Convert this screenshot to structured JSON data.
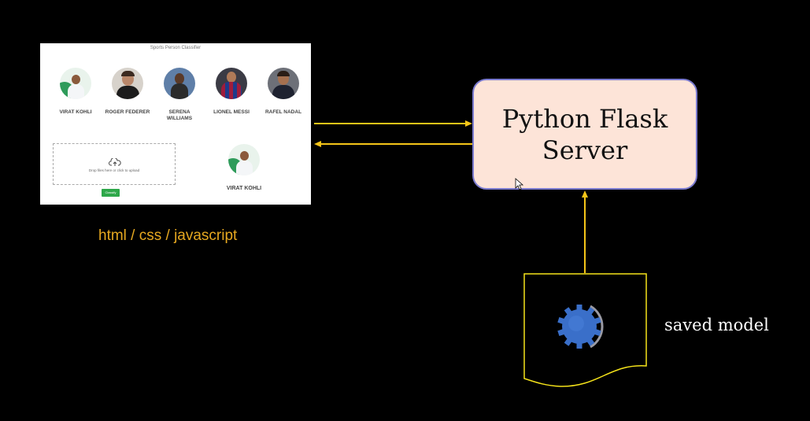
{
  "webapp": {
    "title": "Sports Person Classifier",
    "people": [
      {
        "name": "VIRAT KOHLI"
      },
      {
        "name": "ROGER FEDERER"
      },
      {
        "name": "SERENA WILLIAMS"
      },
      {
        "name": "LIONEL MESSI"
      },
      {
        "name": "RAFEL NADAL"
      }
    ],
    "dropzone_text": "Drop files here or click to upload",
    "classify_label": "Classify",
    "result_name": "VIRAT KOHLI"
  },
  "labels": {
    "tech": "html / css / javascript",
    "server": "Python Flask Server",
    "model": "saved model"
  },
  "colors": {
    "arrow": "#f5c518",
    "tech_label": "#e6a820",
    "server_fill": "#fde4d8",
    "server_border": "#7b7bd0",
    "gear": "#3a6fc9",
    "model_border": "#f5e31a"
  },
  "icons": [
    "upload-cloud-icon",
    "gear-icon",
    "mouse-cursor-icon"
  ]
}
